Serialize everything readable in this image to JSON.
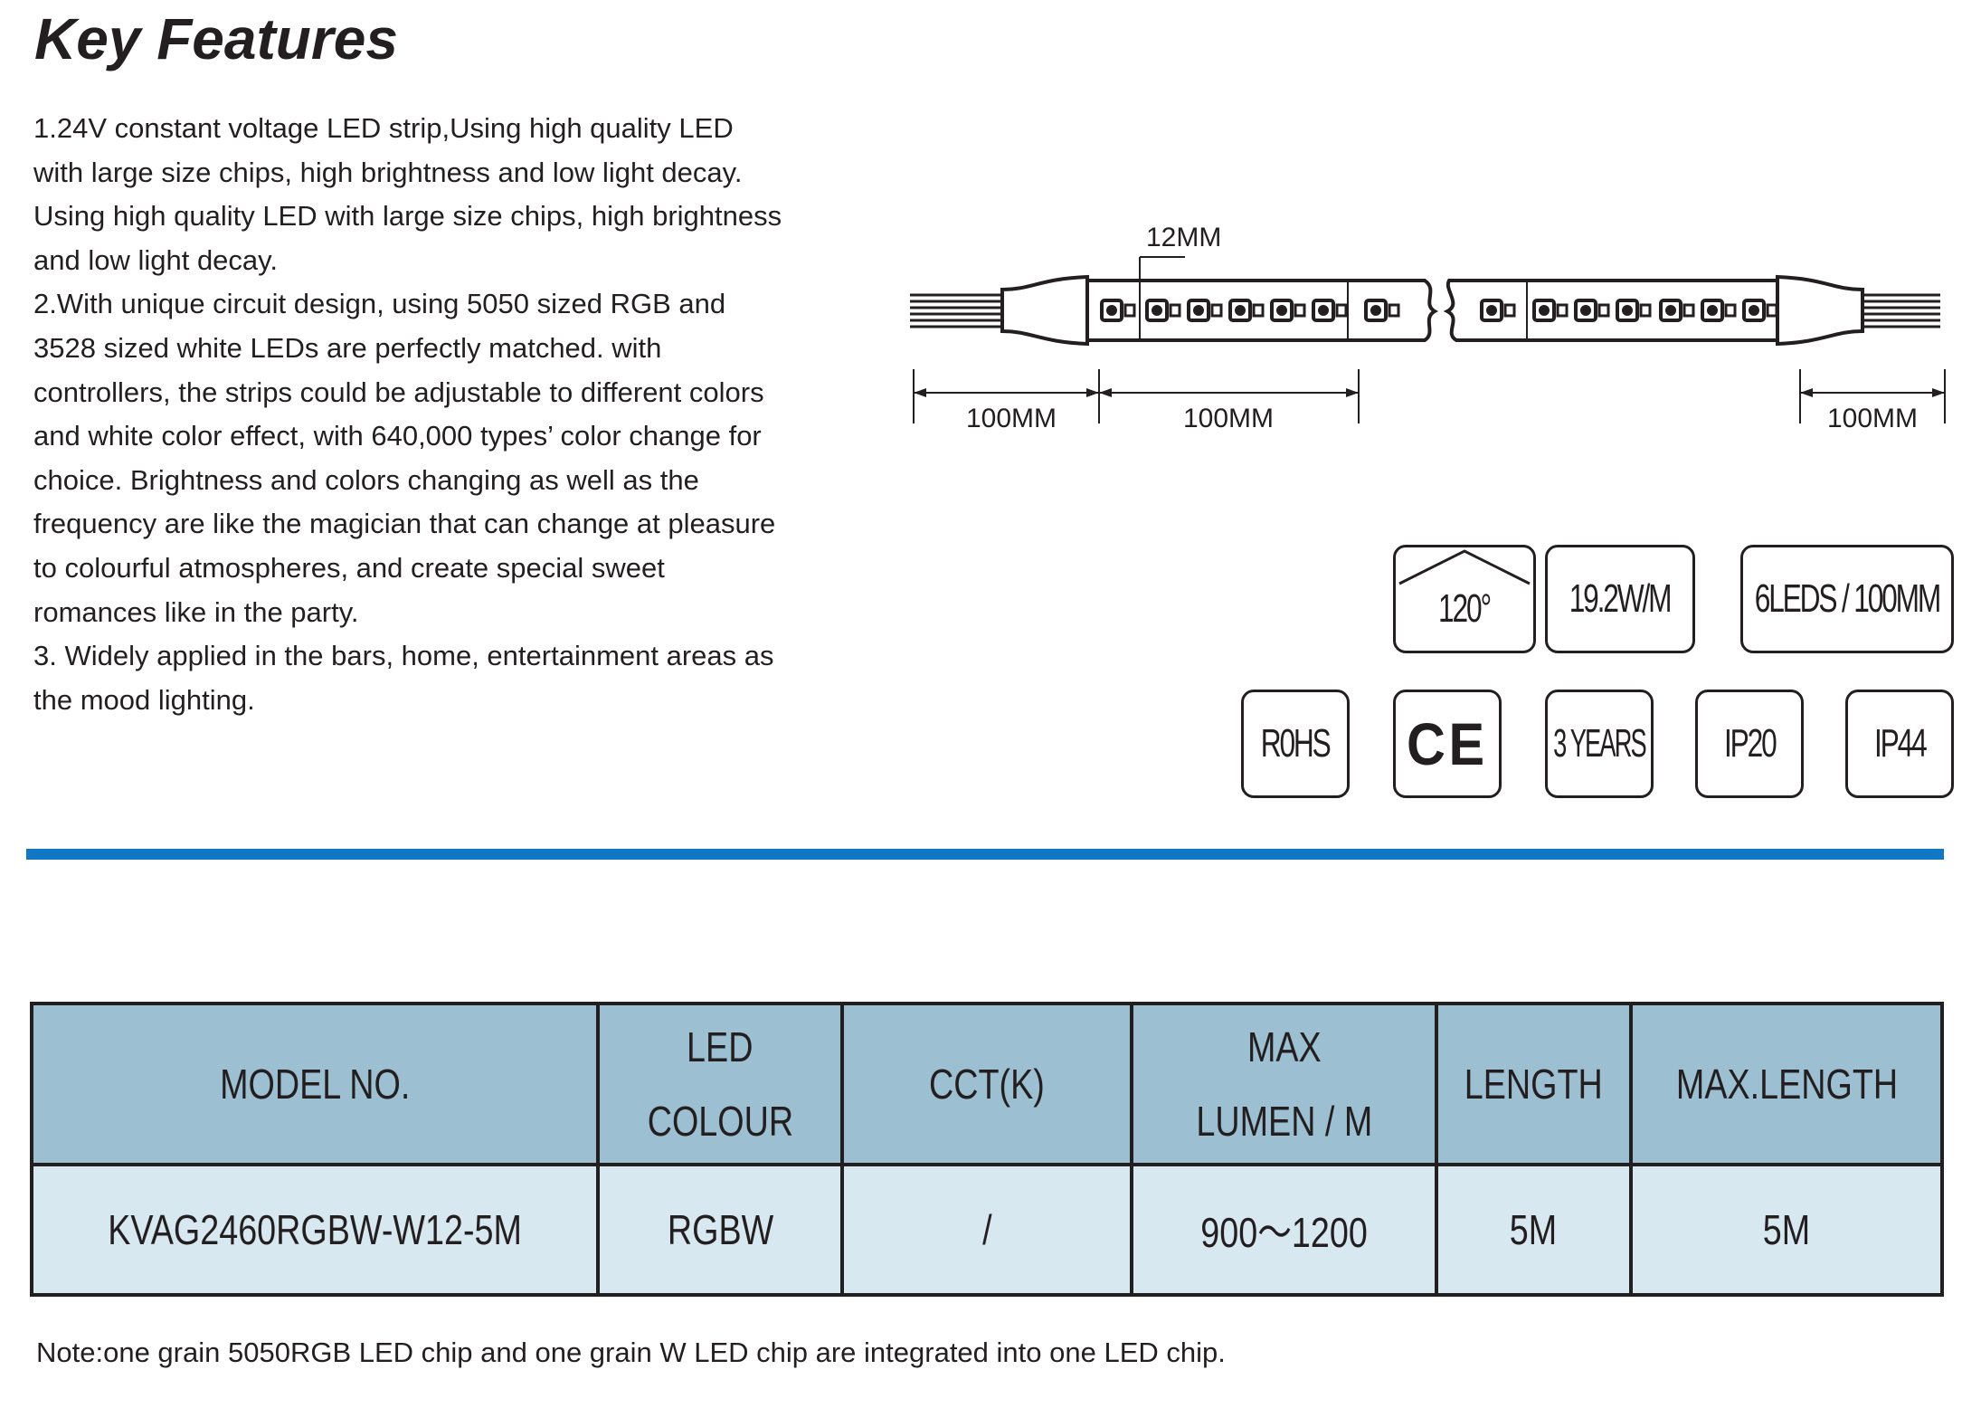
{
  "title": "Key Features",
  "features": [
    "1.24V constant voltage LED strip,Using high quality LED",
    "with large size chips, high brightness and low light decay.",
    "Using high quality LED with large size chips, high brightness",
    "and low light decay.",
    "2.With unique circuit design, using 5050 sized RGB and",
    "3528 sized white LEDs are perfectly matched. with",
    "controllers, the strips could be adjustable to different colors",
    "and white color effect, with 640,000 types’ color change for",
    "choice. Brightness and colors changing as well as the",
    "frequency are like the magician that can change at pleasure",
    "to colourful atmospheres, and create special sweet",
    "romances like in the party.",
    "3. Widely applied in the bars, home, entertainment areas as",
    "the mood lighting."
  ],
  "diagram": {
    "spacing_label": "12MM",
    "dim_left": "100MM",
    "dim_middle": "100MM",
    "dim_right": "100MM"
  },
  "badges": {
    "angle": "120°",
    "power": "19.2W/M",
    "density": "6LEDS / 100MM",
    "rohs": "R0HS",
    "ce": "CE",
    "warranty": "3 YEARS",
    "ip20": "IP20",
    "ip44": "IP44"
  },
  "table": {
    "headers": {
      "model": "MODEL NO.",
      "led_colour_1": "LED",
      "led_colour_2": "COLOUR",
      "cct": "CCT(K)",
      "lumen_1": "MAX",
      "lumen_2": "LUMEN / M",
      "length": "LENGTH",
      "max_length": "MAX.LENGTH"
    },
    "row": {
      "model": "KVAG2460RGBW-W12-5M",
      "led_colour": "RGBW",
      "cct": "/",
      "lumen": "900～1200",
      "length": "5M",
      "max_length": "5M"
    }
  },
  "note": "Note:one grain 5050RGB LED chip and one grain W LED chip are integrated into one LED chip.",
  "colors": {
    "accent_rule": "#1177c2",
    "header_bg": "#9cbfd2",
    "row_bg": "#d8e8f1"
  }
}
